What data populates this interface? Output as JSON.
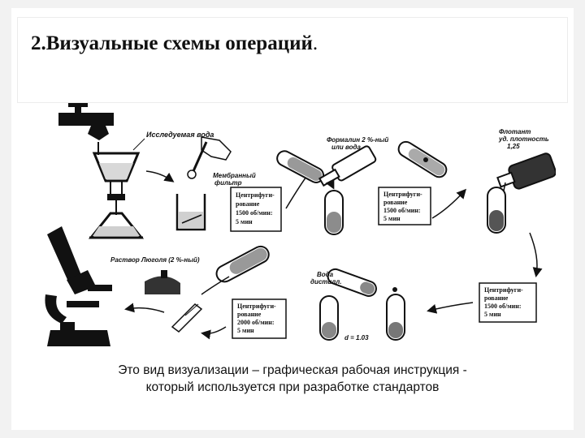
{
  "slide": {
    "title": "2.Визуальные схемы операций",
    "title_dot": ".",
    "caption_line1": "Это вид визуализации – графическая рабочая инструкция -",
    "caption_line2": "который используется при разработке стандартов"
  },
  "diagram": {
    "labels": {
      "water": "Исследуемая вода",
      "membrane_1": "Мембранный",
      "membrane_2": "фильтр",
      "formalin_1": "Формалин 2 %-ный",
      "formalin_2": "или вода",
      "flotant_1": "Флотант",
      "flotant_2": "уд. плотность",
      "flotant_3": "1,25",
      "lugol": "Раствор Люголя (2 %-ный)",
      "water_dist_1": "Вода",
      "water_dist_2": "дистилл.",
      "density": "d = 1.03"
    },
    "boxes": {
      "c1": [
        "Центрифуги-",
        "рование",
        "1500 об/мин:",
        "5 мин"
      ],
      "c2": [
        "Центрифуги-",
        "рование",
        "1500 об/мин:",
        "5 мин"
      ],
      "c3": [
        "Центрифуги-",
        "рование",
        "1500 об/мин:",
        "5 мин"
      ],
      "c4": [
        "Центрифуги-",
        "рование",
        "2000 об/мин:",
        "5 мин"
      ]
    }
  }
}
